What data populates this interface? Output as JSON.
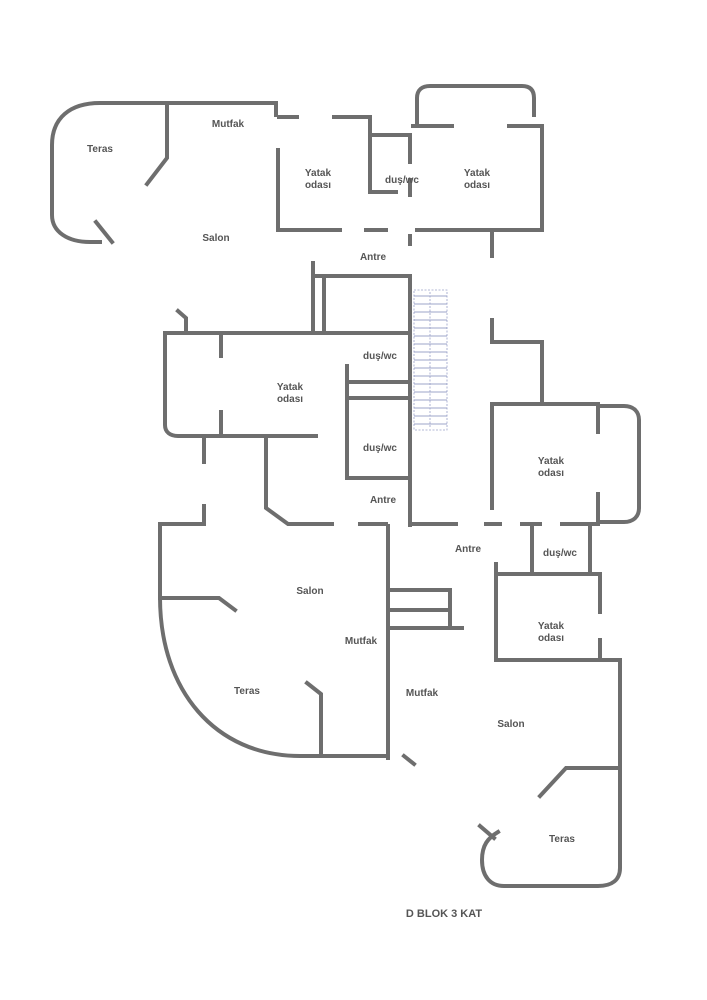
{
  "colors": {
    "wall": "#6e6e6e",
    "label": "#555555",
    "stair": "#7d86b8"
  },
  "plan_title": "D BLOK 3 KAT",
  "rooms": {
    "a_teras": "Teras",
    "a_mutfak": "Mutfak",
    "a_salon": "Salon",
    "a_yatak1": [
      "Yatak",
      "odası"
    ],
    "a_dus": "duş/wc",
    "a_yatak2": [
      "Yatak",
      "odası"
    ],
    "antre_top": "Antre",
    "b_dus1": "duş/wc",
    "b_yatak": [
      "Yatak",
      "odası"
    ],
    "b_dus2": "duş/wc",
    "antre_mid": "Antre",
    "b_salon": "Salon",
    "b_mutfak": "Mutfak",
    "b_teras": "Teras",
    "antre_right": "Antre",
    "c_yatak1": [
      "Yatak",
      "odası"
    ],
    "c_dus": "duş/wc",
    "c_yatak2": [
      "Yatak",
      "odası"
    ],
    "c_mutfak": "Mutfak",
    "c_salon": "Salon",
    "c_teras": "Teras"
  }
}
